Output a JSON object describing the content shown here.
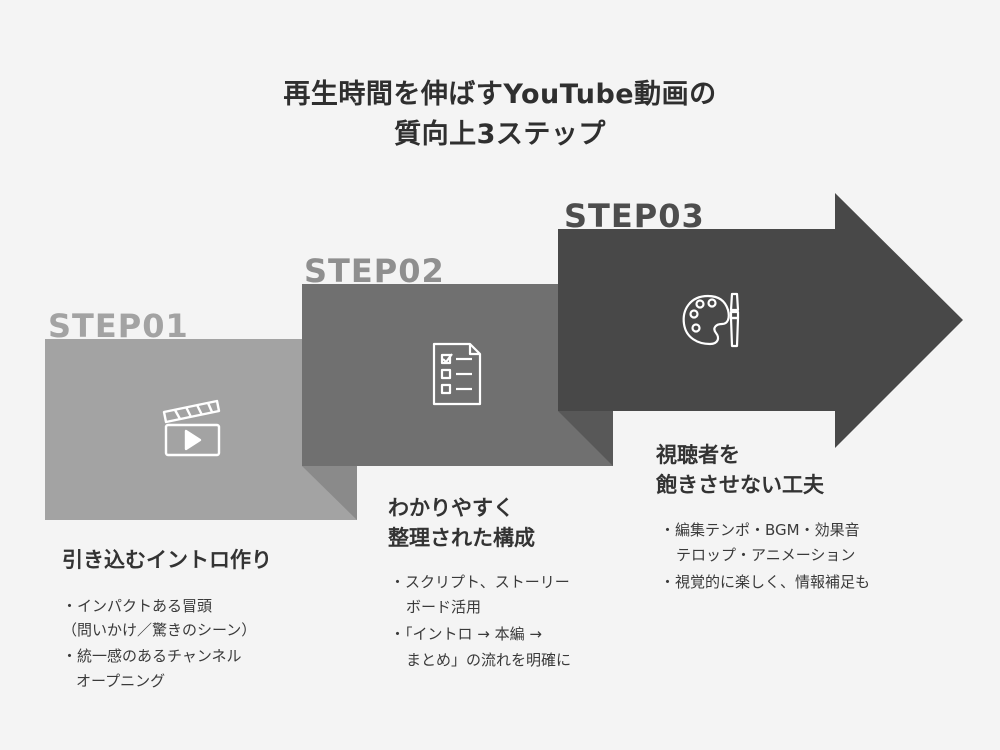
{
  "title": {
    "line1": "再生時間を伸ばすYouTube動画の",
    "line2": "質向上3ステップ"
  },
  "colors": {
    "background": "#f4f4f4",
    "step1_block": "#a3a3a3",
    "step2_block": "#707070",
    "step3_block": "#484848",
    "arrow_head": "#3d3d3d"
  },
  "steps": [
    {
      "label": "STEP01",
      "icon": "clapperboard-play-icon",
      "heading": "引き込むイントロ作り",
      "bullets": [
        "・インパクトある冒頭",
        "（問いかけ／驚きのシーン）",
        "・統一感のあるチャンネル",
        "オープニング"
      ]
    },
    {
      "label": "STEP02",
      "icon": "checklist-icon",
      "heading_line1": "わかりやすく",
      "heading_line2": "整理された構成",
      "bullets": [
        "・スクリプト、ストーリー",
        "ボード活用",
        "・「イントロ → 本編 →",
        "まとめ」の流れを明確に"
      ]
    },
    {
      "label": "STEP03",
      "icon": "palette-brush-icon",
      "heading_line1": "視聴者を",
      "heading_line2": "飽きさせない工夫",
      "bullets": [
        "・編集テンポ・BGM・効果音",
        "テロップ・アニメーション",
        "・視覚的に楽しく、情報補足も"
      ]
    }
  ]
}
